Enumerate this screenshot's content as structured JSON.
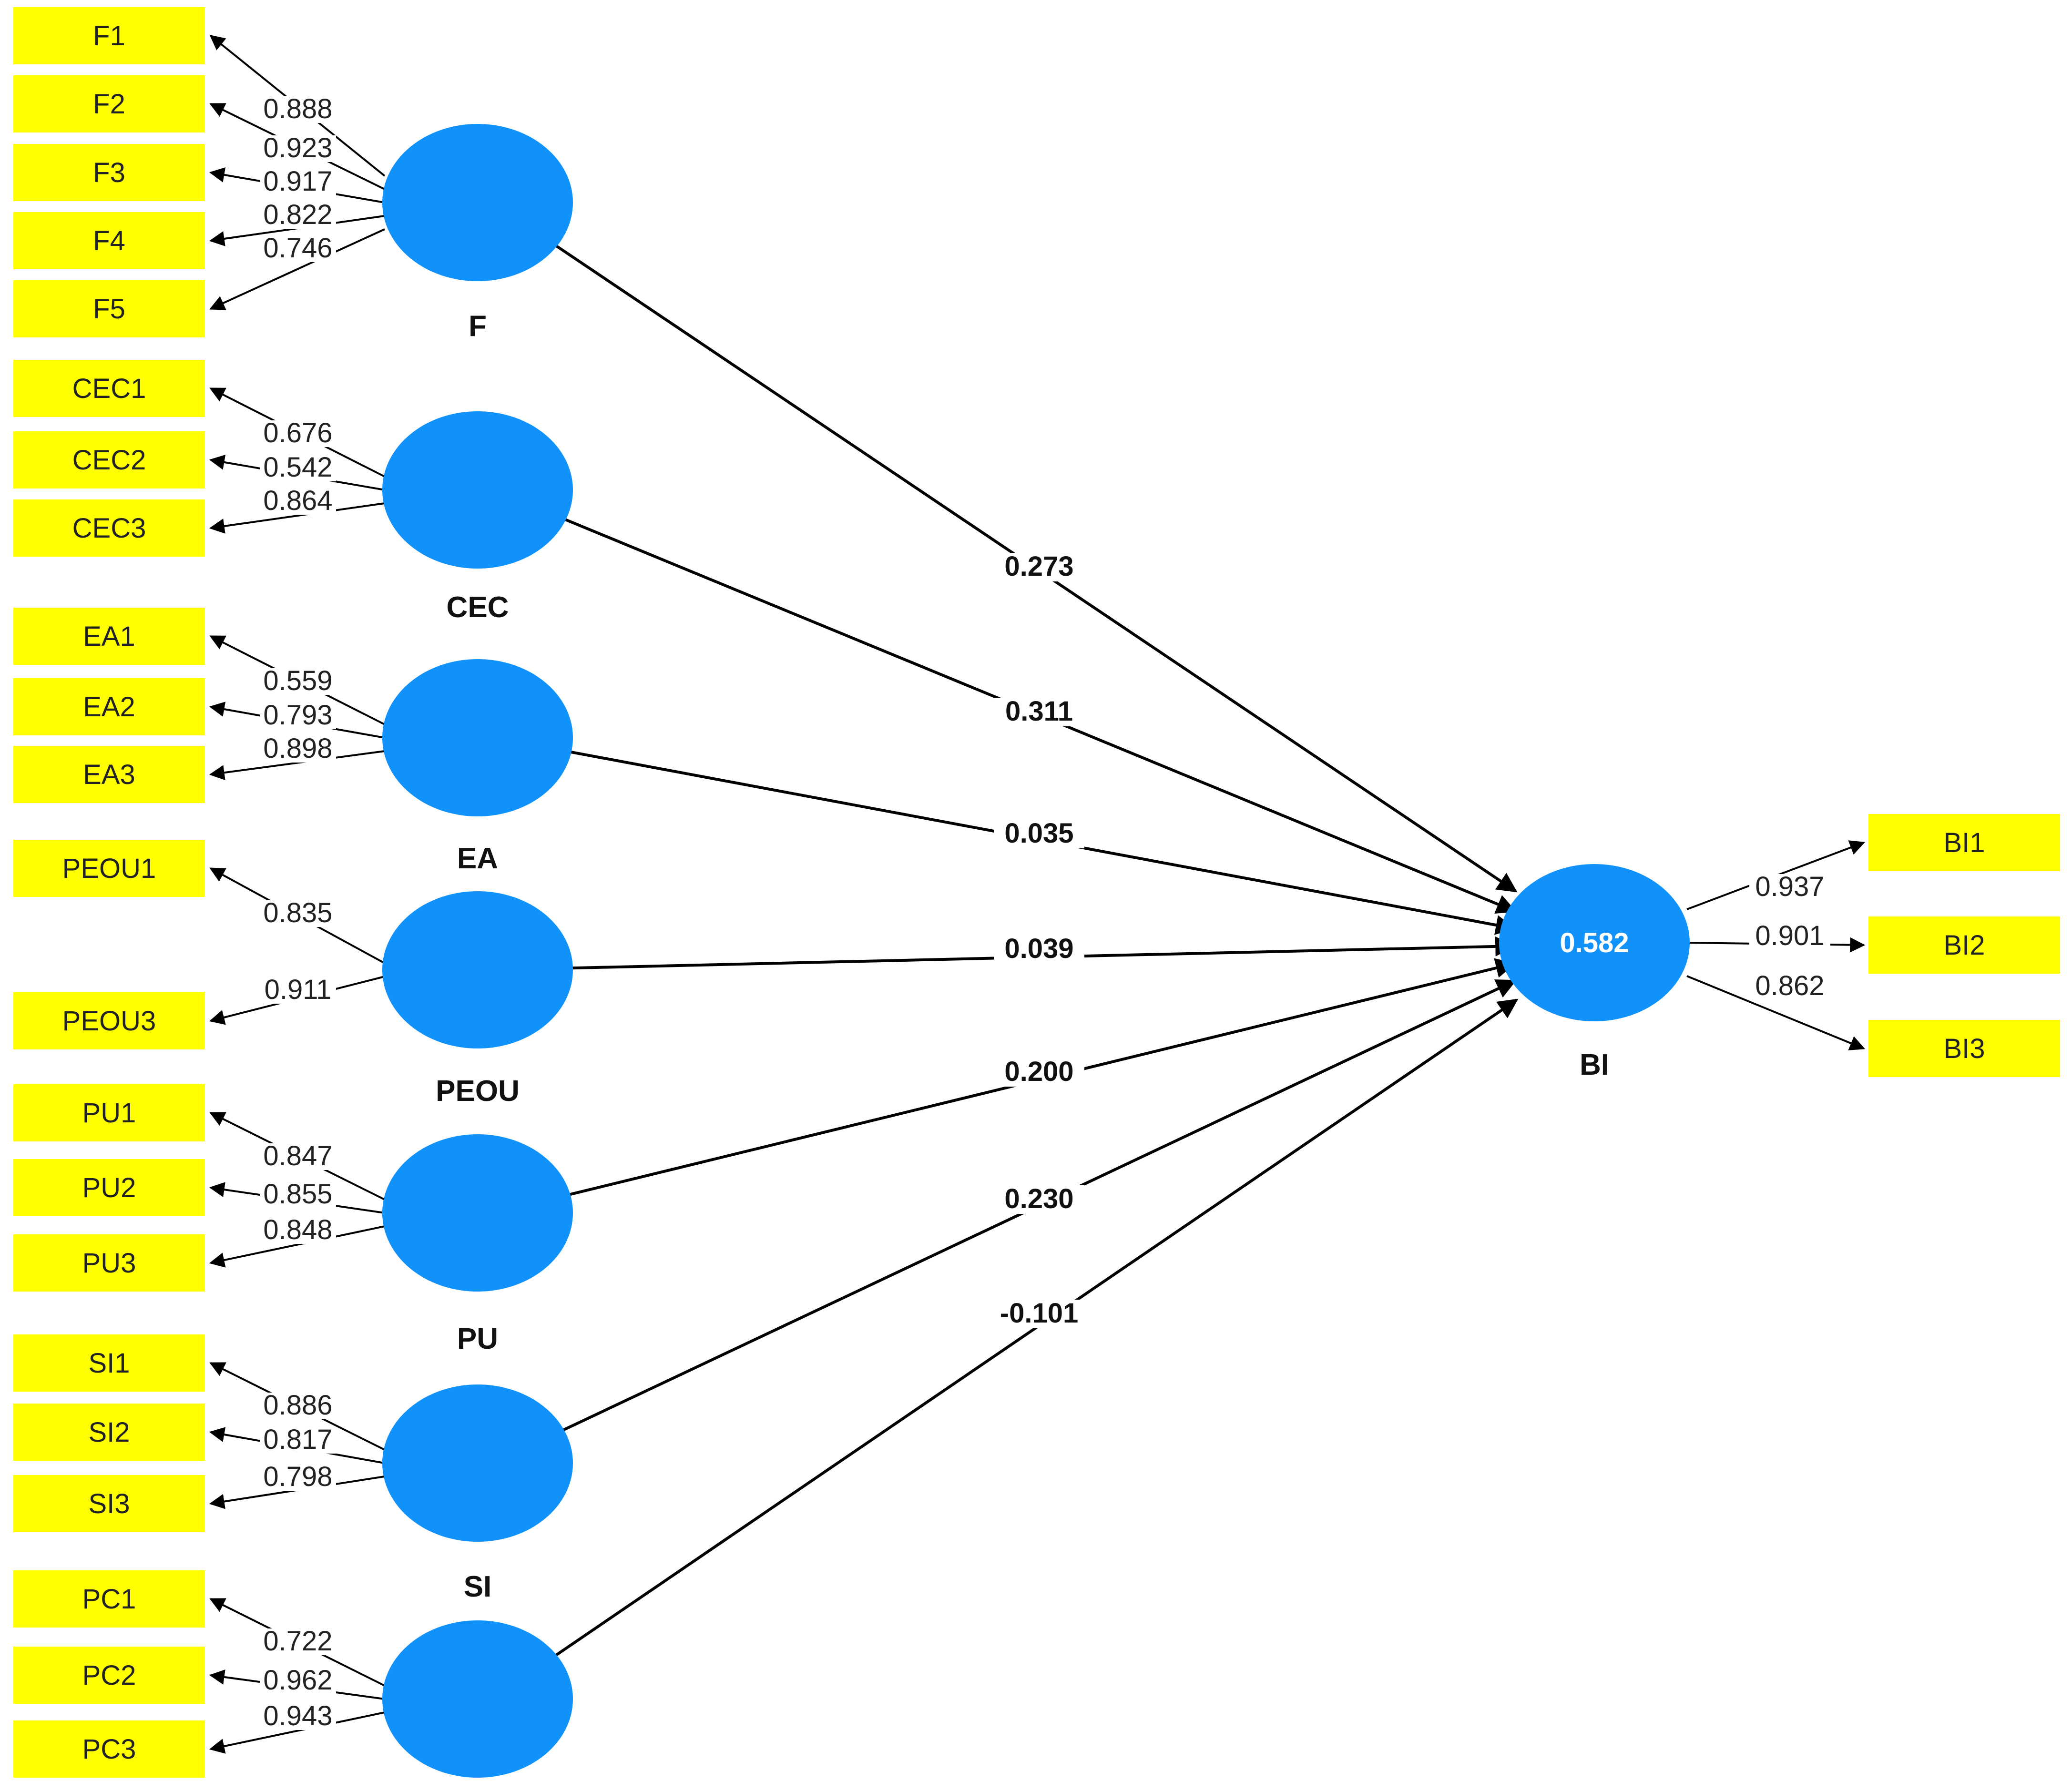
{
  "constructs": [
    {
      "id": "F",
      "label": "F",
      "indicators": [
        {
          "name": "F1",
          "loading": "0.888"
        },
        {
          "name": "F2",
          "loading": "0.923"
        },
        {
          "name": "F3",
          "loading": "0.917"
        },
        {
          "name": "F4",
          "loading": "0.822"
        },
        {
          "name": "F5",
          "loading": "0.746"
        }
      ],
      "path": "0.273"
    },
    {
      "id": "CEC",
      "label": "CEC",
      "indicators": [
        {
          "name": "CEC1",
          "loading": "0.676"
        },
        {
          "name": "CEC2",
          "loading": "0.542"
        },
        {
          "name": "CEC3",
          "loading": "0.864"
        }
      ],
      "path": "0.311"
    },
    {
      "id": "EA",
      "label": "EA",
      "indicators": [
        {
          "name": "EA1",
          "loading": "0.559"
        },
        {
          "name": "EA2",
          "loading": "0.793"
        },
        {
          "name": "EA3",
          "loading": "0.898"
        }
      ],
      "path": "0.035"
    },
    {
      "id": "PEOU",
      "label": "PEOU",
      "indicators": [
        {
          "name": "PEOU1",
          "loading": "0.835"
        },
        {
          "name": "PEOU3",
          "loading": "0.911"
        }
      ],
      "path": "0.039"
    },
    {
      "id": "PU",
      "label": "PU",
      "indicators": [
        {
          "name": "PU1",
          "loading": "0.847"
        },
        {
          "name": "PU2",
          "loading": "0.855"
        },
        {
          "name": "PU3",
          "loading": "0.848"
        }
      ],
      "path": "0.200"
    },
    {
      "id": "SI",
      "label": "SI",
      "indicators": [
        {
          "name": "SI1",
          "loading": "0.886"
        },
        {
          "name": "SI2",
          "loading": "0.817"
        },
        {
          "name": "SI3",
          "loading": "0.798"
        }
      ],
      "path": "0.230"
    },
    {
      "id": "PC",
      "label": "",
      "indicators": [
        {
          "name": "PC1",
          "loading": "0.722"
        },
        {
          "name": "PC2",
          "loading": "0.962"
        },
        {
          "name": "PC3",
          "loading": "0.943"
        }
      ],
      "path": "-0.101"
    }
  ],
  "target": {
    "id": "BI",
    "label": "BI",
    "r_squared": "0.582",
    "indicators": [
      {
        "name": "BI1",
        "loading": "0.937"
      },
      {
        "name": "BI2",
        "loading": "0.901"
      },
      {
        "name": "BI3",
        "loading": "0.862"
      }
    ]
  },
  "colors": {
    "indicator_fill": "#ffff00",
    "latent_fill": "#1192fb",
    "line": "#000000"
  }
}
